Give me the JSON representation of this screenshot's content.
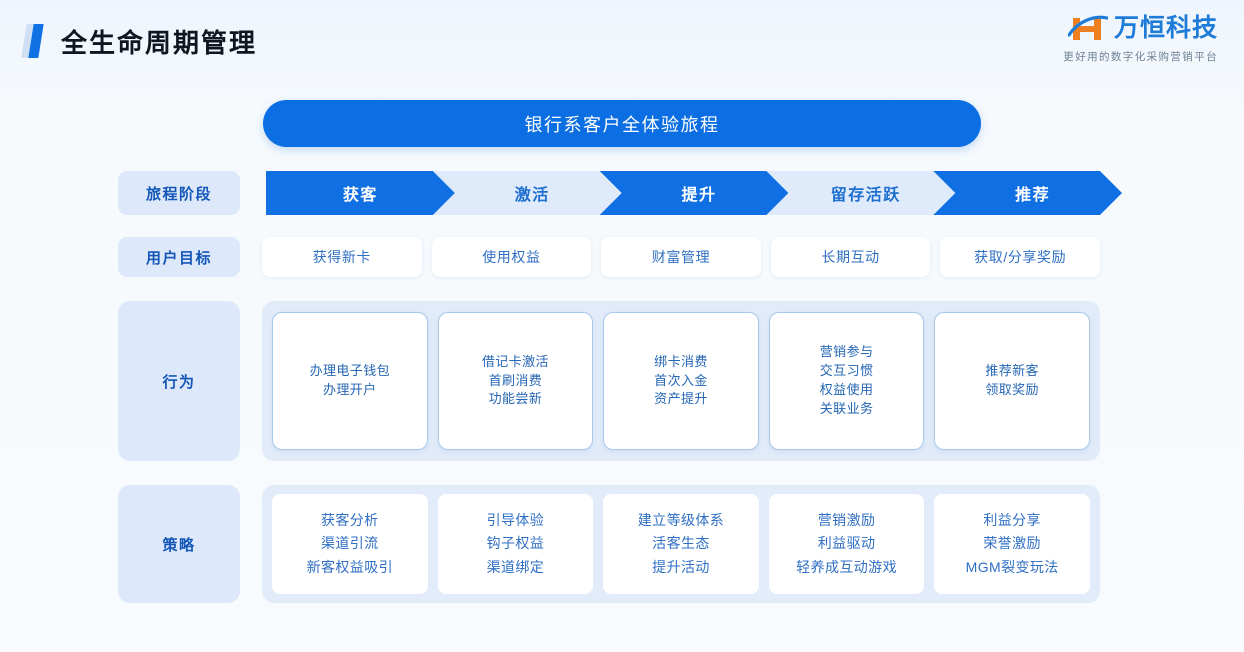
{
  "header": {
    "title": "全生命周期管理",
    "accent_color": "#1071e5",
    "logo": {
      "name": "万恒科技",
      "tagline": "更好用的数字化采购营销平台",
      "mark_color_primary": "#ef8022",
      "mark_color_secondary": "#1e7cd8"
    }
  },
  "banner": {
    "text": "银行系客户全体验旅程",
    "bg_color": "#0b6ee2"
  },
  "rows": {
    "stage": {
      "label": "旅程阶段",
      "items": [
        {
          "label": "获客",
          "style": "dark"
        },
        {
          "label": "激活",
          "style": "light"
        },
        {
          "label": "提升",
          "style": "dark"
        },
        {
          "label": "留存活跃",
          "style": "light"
        },
        {
          "label": "推荐",
          "style": "dark"
        }
      ]
    },
    "goal": {
      "label": "用户目标",
      "items": [
        "获得新卡",
        "使用权益",
        "财富管理",
        "长期互动",
        "获取/分享奖励"
      ]
    },
    "behavior": {
      "label": "行为",
      "items": [
        "办理电子钱包\n办理开户",
        "借记卡激活\n首刷消费\n功能尝新",
        "绑卡消费\n首次入金\n资产提升",
        "营销参与\n交互习惯\n权益使用\n关联业务",
        "推荐新客\n领取奖励"
      ]
    },
    "strategy": {
      "label": "策略",
      "items": [
        "获客分析\n渠道引流\n新客权益吸引",
        "引导体验\n钩子权益\n渠道绑定",
        "建立等级体系\n活客生态\n提升活动",
        "营销激励\n利益驱动\n轻养成互动游戏",
        "利益分享\n荣誉激励\nMGM裂变玩法"
      ]
    }
  }
}
